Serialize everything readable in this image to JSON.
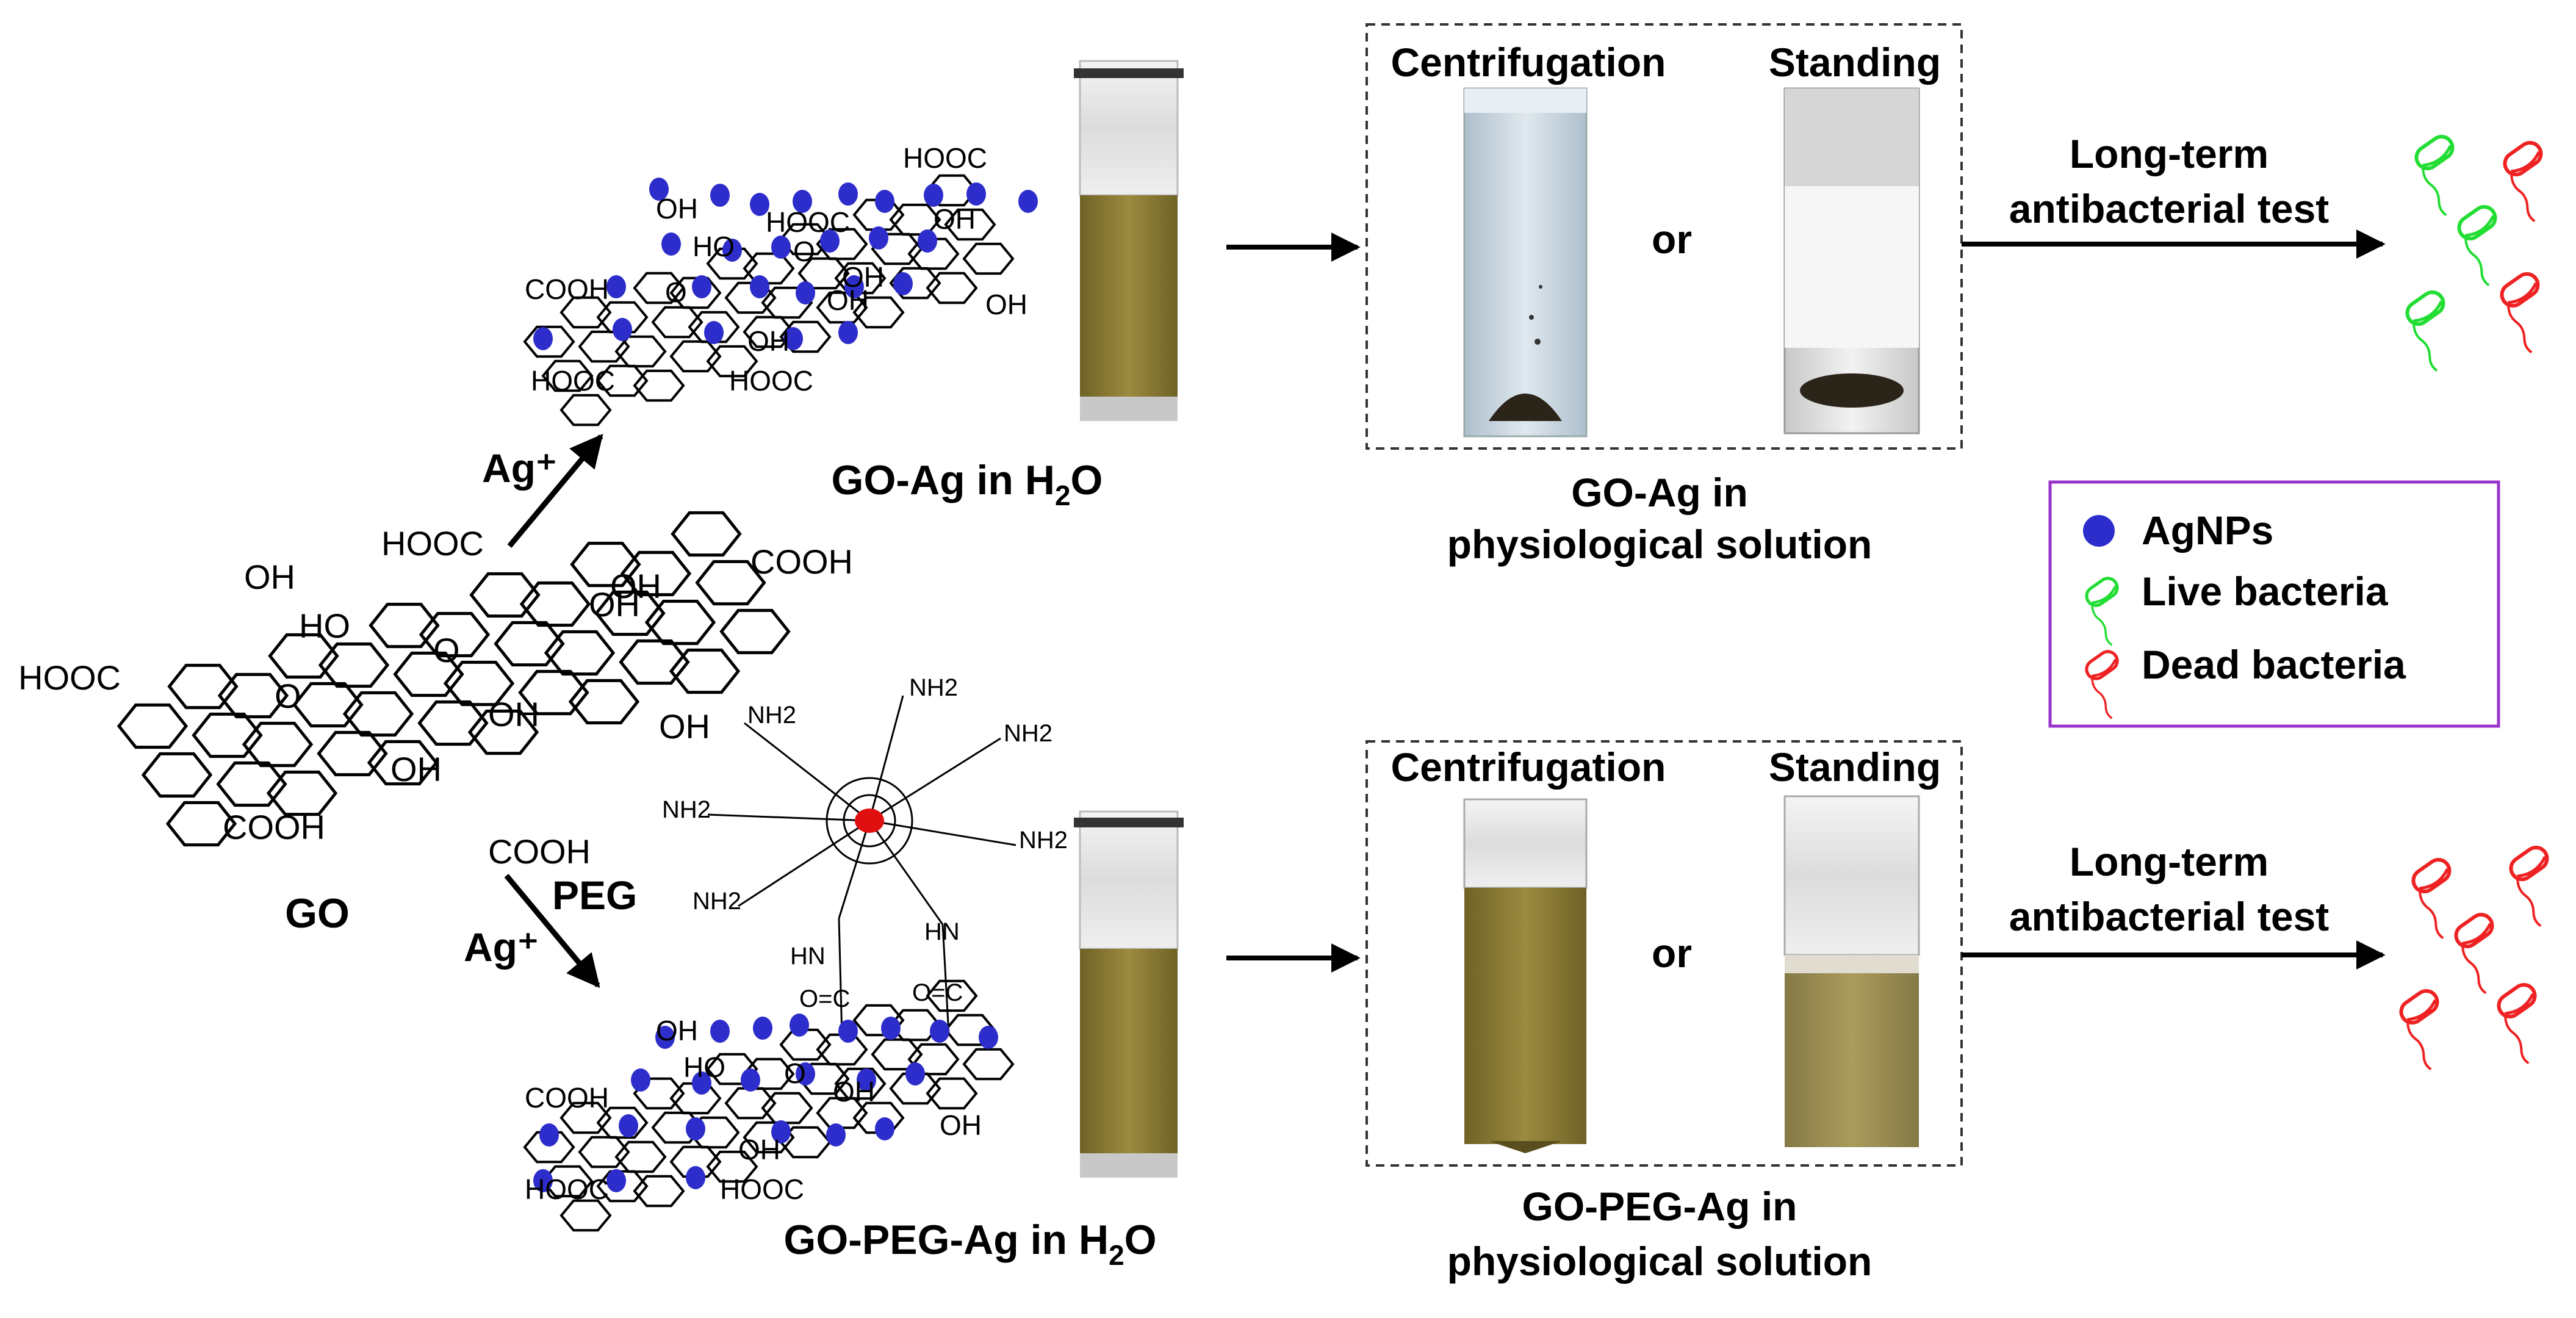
{
  "go": {
    "name": "GO",
    "groups": [
      "HOOC",
      "COOH",
      "OH",
      "OH",
      "HO",
      "OH",
      "HOOC",
      "O",
      "O",
      "OH",
      "OH",
      "OH",
      "COOH",
      "COOH"
    ]
  },
  "reagents": {
    "ag_upper": "Ag⁺",
    "peg": "PEG",
    "ag_lower": "Ag⁺"
  },
  "go_ag_sheet": {
    "groups": [
      "HOOC",
      "HOOC",
      "OH",
      "HO",
      "O",
      "OH",
      "OH",
      "COOH",
      "O",
      "OH",
      "OH",
      "OH",
      "HOOC",
      "HOOC"
    ]
  },
  "go_peg_ag_sheet": {
    "groups": [
      "COOH",
      "OH",
      "HO",
      "O",
      "OH",
      "OH",
      "OH",
      "HOOC",
      "HOOC"
    ]
  },
  "peg_star": {
    "amines": [
      "NH2",
      "NH2",
      "NH2",
      "NH2",
      "NH2",
      "NH2"
    ],
    "linkers": [
      "HN",
      "HN",
      "O=C",
      "O=C"
    ],
    "o_atom": "O"
  },
  "upper_row": {
    "vial_label_main": "GO-Ag in H",
    "vial_label_sub": "2",
    "vial_label_end": "O",
    "box_header_left": "Centrifugation",
    "box_header_right": "Standing",
    "or": "or",
    "caption_line1": "GO-Ag in",
    "caption_line2": "physiological solution",
    "test_line1": "Long-term",
    "test_line2": "antibacterial test"
  },
  "lower_row": {
    "vial_label_main": "GO-PEG-Ag in H",
    "vial_label_sub": "2",
    "vial_label_end": "O",
    "box_header_left": "Centrifugation",
    "box_header_right": "Standing",
    "or": "or",
    "caption_line1": "GO-PEG-Ag in",
    "caption_line2": "physiological solution",
    "test_line1": "Long-term",
    "test_line2": "antibacterial test"
  },
  "legend": {
    "items": [
      "AgNPs",
      "Live bacteria",
      "Dead bacteria"
    ]
  },
  "colors": {
    "agnp": "#2d2dcc",
    "live_bacteria": "#22dd33",
    "dead_bacteria": "#ee2222",
    "legend_border": "#9933cc",
    "peg_core": "#e01010",
    "brown_liquid": "#8a7a34"
  },
  "icons": [
    "arrow-right-icon",
    "live-bacterium-icon",
    "dead-bacterium-icon",
    "agnp-dot-icon",
    "vial-icon"
  ]
}
